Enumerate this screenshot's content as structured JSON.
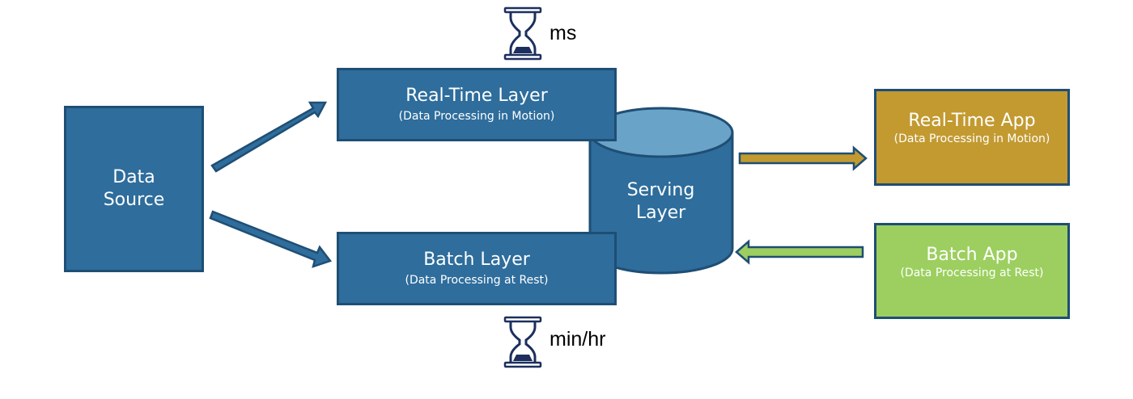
{
  "data_source": {
    "line1": "Data",
    "line2": "Source"
  },
  "realtime_layer": {
    "title": "Real-Time Layer",
    "subtitle": "(Data Processing in Motion)"
  },
  "batch_layer": {
    "title": "Batch Layer",
    "subtitle": "(Data Processing at Rest)"
  },
  "serving_layer": {
    "line1": "Serving",
    "line2": "Layer"
  },
  "realtime_app": {
    "title": "Real-Time App",
    "subtitle": "(Data Processing in Motion)"
  },
  "batch_app": {
    "title": "Batch App",
    "subtitle": "(Data Processing at Rest)"
  },
  "timers": {
    "realtime": "ms",
    "batch": "min/hr"
  },
  "colors": {
    "layer_blue": "#2e6d9c",
    "border_blue": "#1f4e74",
    "cylinder_top": "#6aa3c8",
    "realtime_app_gold": "#c29a30",
    "batch_app_green": "#9ccf5f",
    "hourglass_navy": "#1c2f5e"
  },
  "icons": {
    "timer": "hourglass-icon"
  }
}
